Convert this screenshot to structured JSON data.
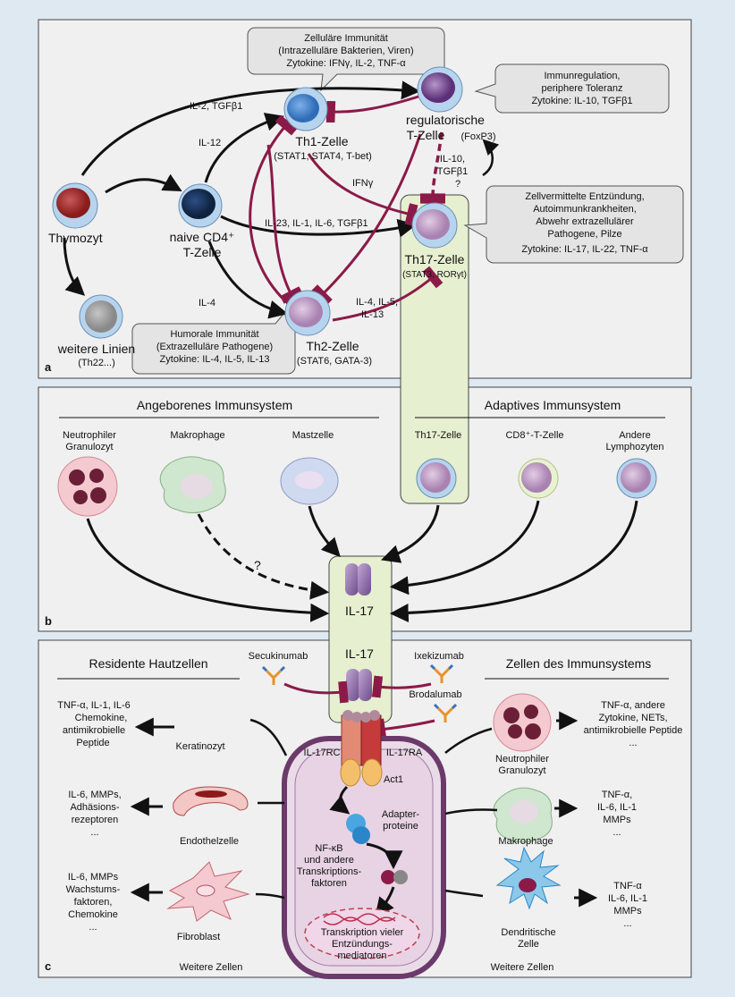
{
  "panels": {
    "a": "a",
    "b": "b",
    "c": "c"
  },
  "panel_a": {
    "bubble_th1": [
      "Zelluläre Immunität",
      "(Intrazelluläre Bakterien, Viren)",
      "Zytokine: IFNγ, IL-2, TNF-α"
    ],
    "bubble_treg": [
      "Immunregulation,",
      "periphere Toleranz",
      "Zytokine: IL-10, TGFβ1"
    ],
    "bubble_th17": [
      "Zellvermittelte Entzündung,",
      "Autoimmunkrankheiten,",
      "Abwehr extrazellulärer",
      "Pathogene, Pilze",
      "Zytokine: IL-17, IL-22, TNF-α"
    ],
    "bubble_th2": [
      "Humorale Immunität",
      "(Extrazelluläre Pathogene)",
      "Zytokine: IL-4, IL-5, IL-13"
    ],
    "thymozyt": "Thymozyt",
    "naive": [
      "naive CD4⁺",
      "T-Zelle"
    ],
    "weitere": [
      "weitere Linien",
      "(Th22...)"
    ],
    "th1": [
      "Th1-Zelle",
      "(STAT1, STAT4, T-bet)"
    ],
    "treg": [
      "regulatorische",
      "T-Zelle",
      "(FoxP3)"
    ],
    "th17": [
      "Th17-Zelle",
      "(STAT3, RORγt)"
    ],
    "th2": [
      "Th2-Zelle",
      "(STAT6, GATA-3)"
    ],
    "arrow_labels": {
      "il2_tgf": "IL-2, TGFβ1",
      "il12": "IL-12",
      "ifng": "IFNγ",
      "il23": "IL-23, IL-1, IL-6, TGFβ1",
      "il4": "IL-4",
      "il4513": [
        "IL-4, IL-5,",
        "IL-13"
      ],
      "il10tgf": [
        "IL-10,",
        "TGFβ1",
        "?"
      ]
    }
  },
  "panel_b": {
    "innate": "Angeborenes Immunsystem",
    "adaptive": "Adaptives Immunsystem",
    "neutrophil": [
      "Neutrophiler",
      "Granulozyt"
    ],
    "makrophage": "Makrophage",
    "mastzelle": "Mastzelle",
    "th17": "Th17-Zelle",
    "cd8": "CD8⁺-T-Zelle",
    "andere": [
      "Andere",
      "Lymphozyten"
    ],
    "il17": "IL-17",
    "question": "?"
  },
  "panel_c": {
    "il17": "IL-17",
    "resident": "Residente Hautzellen",
    "immune": "Zellen des Immunsystems",
    "secukinumab": "Secukinumab",
    "ixekizumab": "Ixekizumab",
    "brodalumab": "Brodalumab",
    "il17rc": "IL-17RC",
    "il17ra": "IL-17RA",
    "act1": "Act1",
    "adapter": [
      "Adapter-",
      "proteine"
    ],
    "nfkb": [
      "NF-κB",
      "und andere",
      "Transkriptions-",
      "faktoren"
    ],
    "transkription": [
      "Transkription vieler",
      "Entzündungs-",
      "mediatoren"
    ],
    "kera_out": [
      "TNF-α, IL-1, IL-6",
      "Chemokine,",
      "antimikrobielle",
      "Peptide"
    ],
    "keratinozyt": "Keratinozyt",
    "endo_out": [
      "IL-6, MMPs,",
      "Adhäsions-",
      "rezeptoren",
      "..."
    ],
    "endothelzelle": "Endothelzelle",
    "fibro_out": [
      "IL-6, MMPs",
      "Wachstums-",
      "faktoren,",
      "Chemokine",
      "..."
    ],
    "fibroblast": "Fibroblast",
    "weitere_left": "Weitere Zellen",
    "neutro_out": [
      "TNF-α, andere",
      "Zytokine, NETs,",
      "antimikrobielle Peptide",
      "..."
    ],
    "neutrophil": [
      "Neutrophiler",
      "Granulozyt"
    ],
    "makro_out": [
      "TNF-α,",
      "IL-6, IL-1",
      "MMPs",
      "..."
    ],
    "makrophage": "Makrophage",
    "dendri_out": [
      "TNF-α",
      "IL-6, IL-1",
      "MMPs",
      "..."
    ],
    "dendritische": [
      "Dendritische",
      "Zelle"
    ],
    "weitere_right": "Weitere Zellen"
  },
  "colors": {
    "crimson": "#8b1a48",
    "panel": "#f0f0f0",
    "column": "#e6efcf",
    "il17": "#9a7cb0"
  }
}
